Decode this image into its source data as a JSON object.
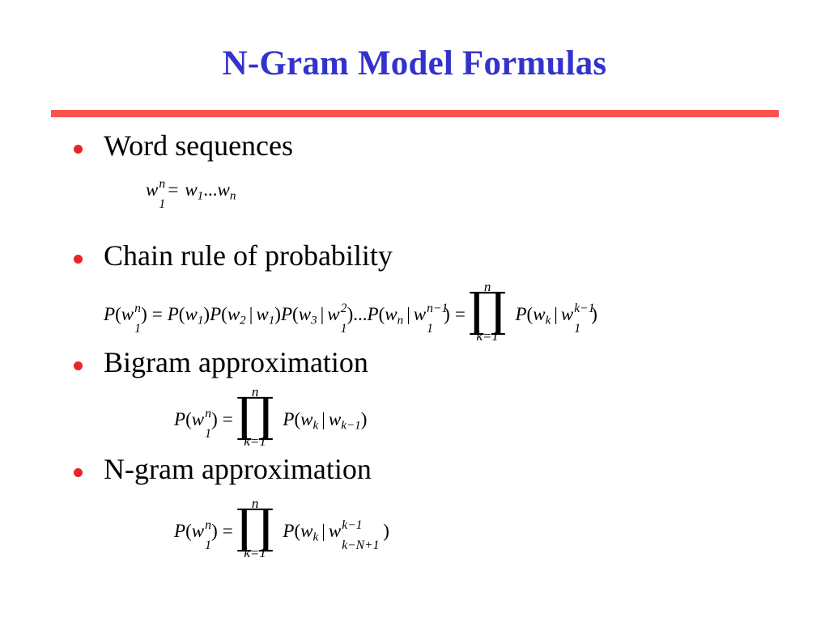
{
  "slide": {
    "title": "N-Gram Model Formulas",
    "title_color": "#3333cc",
    "rule_color": "#f9534f",
    "bullet_color": "#e8262a",
    "background_color": "#ffffff",
    "body_color": "#000000"
  },
  "blocks": [
    {
      "label": "Word sequences",
      "formula_plain": "w_1^n = w_1...w_n",
      "parts": {
        "lhs_var": "w",
        "lhs_sup": "n",
        "lhs_sub": "1",
        "equals": "=",
        "rhs_var1": "w",
        "rhs_sub1": "1",
        "ellipsis": "...",
        "rhs_var2": "w",
        "rhs_sub2": "n"
      }
    },
    {
      "label": "Chain rule of probability",
      "formula_plain": "P(w_1^n) = P(w_1)P(w_2 | w_1)P(w_3 | w_1^2)...P(w_n | w_1^{n-1}) = PROD_{k=1}^{n} P(w_k | w_1^{k-1})",
      "parts": {
        "P": "P",
        "open": "(",
        "close": ")",
        "var": "w",
        "sup_n": "n",
        "sub_1": "1",
        "equals": "=",
        "sub_2": "2",
        "sub_3": "3",
        "sup_2": "2",
        "sub_n": "n",
        "sup_n_minus_1": "n−1",
        "ellipsis": "...",
        "prod_glyph": "∏",
        "prod_top": "n",
        "prod_bottom": "k=1",
        "sub_k": "k",
        "sup_k_minus_1": "k−1",
        "bar": "|"
      }
    },
    {
      "label": "Bigram approximation",
      "formula_plain": "P(w_1^n) = PROD_{k=1}^{n} P(w_k | w_{k-1})",
      "parts": {
        "P": "P",
        "open": "(",
        "close": ")",
        "var": "w",
        "sup_n": "n",
        "sub_1": "1",
        "equals": "=",
        "prod_glyph": "∏",
        "prod_top": "n",
        "prod_bottom": "k=1",
        "sub_k": "k",
        "sub_k_minus_1": "k−1",
        "bar": "|"
      }
    },
    {
      "label": "N-gram approximation",
      "formula_plain": "P(w_1^n) = PROD_{k=1}^{n} P(w_k | w_{k-N+1}^{k-1})",
      "parts": {
        "P": "P",
        "open": "(",
        "close": ")",
        "var": "w",
        "sup_n": "n",
        "sub_1": "1",
        "equals": "=",
        "prod_glyph": "∏",
        "prod_top": "n",
        "prod_bottom": "k=1",
        "sub_k": "k",
        "sup_k_minus_1": "k−1",
        "sub_k_minus_N_plus_1": "k−N+1",
        "bar": "|"
      }
    }
  ]
}
